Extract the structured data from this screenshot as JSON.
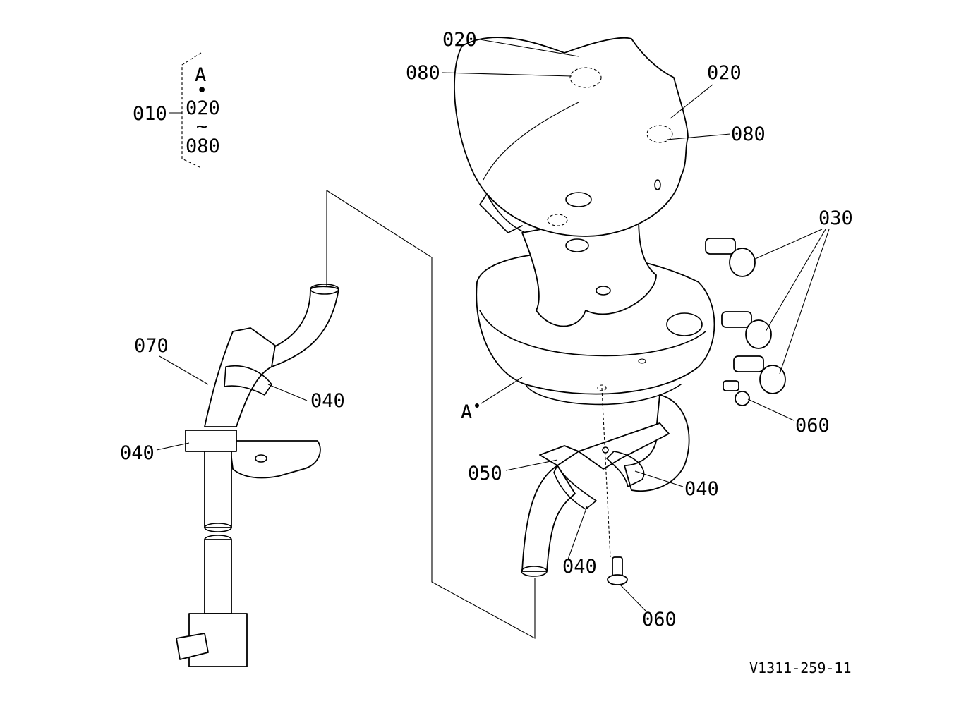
{
  "diagram": {
    "callouts": {
      "c010": "010",
      "c020_top": "020",
      "c080_top": "080",
      "c020_right": "020",
      "c080_right": "080",
      "c030": "030",
      "c060_right": "060",
      "c060_bottom": "060",
      "c070": "070",
      "c040_left_upper": "040",
      "c040_left_lower": "040",
      "c040_right": "040",
      "c040_bottom": "040",
      "c050": "050",
      "cA": "A"
    },
    "assembly_key": {
      "ref": "A",
      "dot": "•",
      "from": "020",
      "tilde": "~",
      "to": "080"
    },
    "figure_code": "V1311-259-11"
  }
}
